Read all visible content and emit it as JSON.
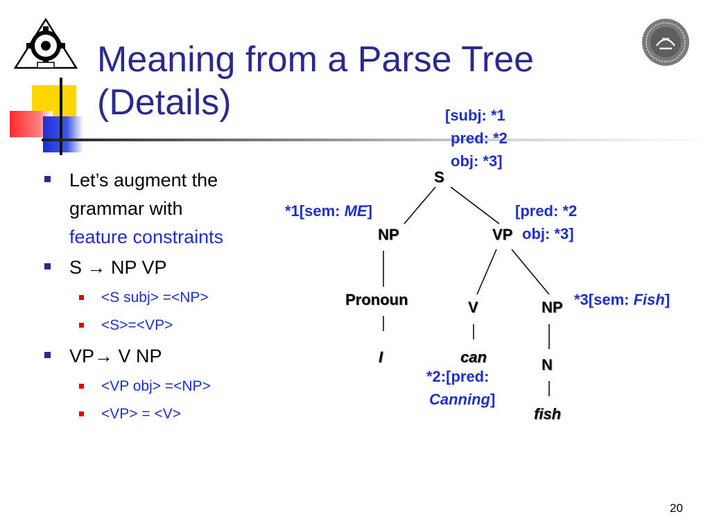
{
  "slide": {
    "title_line1": "Meaning from a Parse Tree",
    "title_line2": "(Details)",
    "page_number": "20"
  },
  "bullets": {
    "b1_line1": "Let’s augment the",
    "b1_line2": "grammar with",
    "b1_line3": "feature constraints",
    "b2": "S → NP VP",
    "b2_sub1": "<S subj> =<NP>",
    "b2_sub2": "<S>=<VP>",
    "b3": "VP→ V NP",
    "b3_sub1": "<VP obj> =<NP>",
    "b3_sub2": "<VP> = <V>"
  },
  "tree": {
    "nodes": {
      "s": "S",
      "np_subj": "NP",
      "vp": "VP",
      "pronoun": "Pronoun",
      "i": "I",
      "v": "V",
      "can": "can",
      "np_obj": "NP",
      "n": "N",
      "fish": "fish"
    },
    "features": {
      "s_line1": "[subj: *1",
      "s_line2": "pred: *2",
      "s_line3": "obj: *3]",
      "np_prefix": "*1[sem: ",
      "np_value": "ME",
      "np_suffix": "]",
      "vp_line1": "[pred: *2",
      "vp_line2": "obj: *3]",
      "obj_prefix": "*3[sem: ",
      "obj_value": "Fish",
      "obj_suffix": "]",
      "v_line1": "*2:[pred:",
      "v_value": "Canning",
      "v_suffix": "]"
    }
  }
}
